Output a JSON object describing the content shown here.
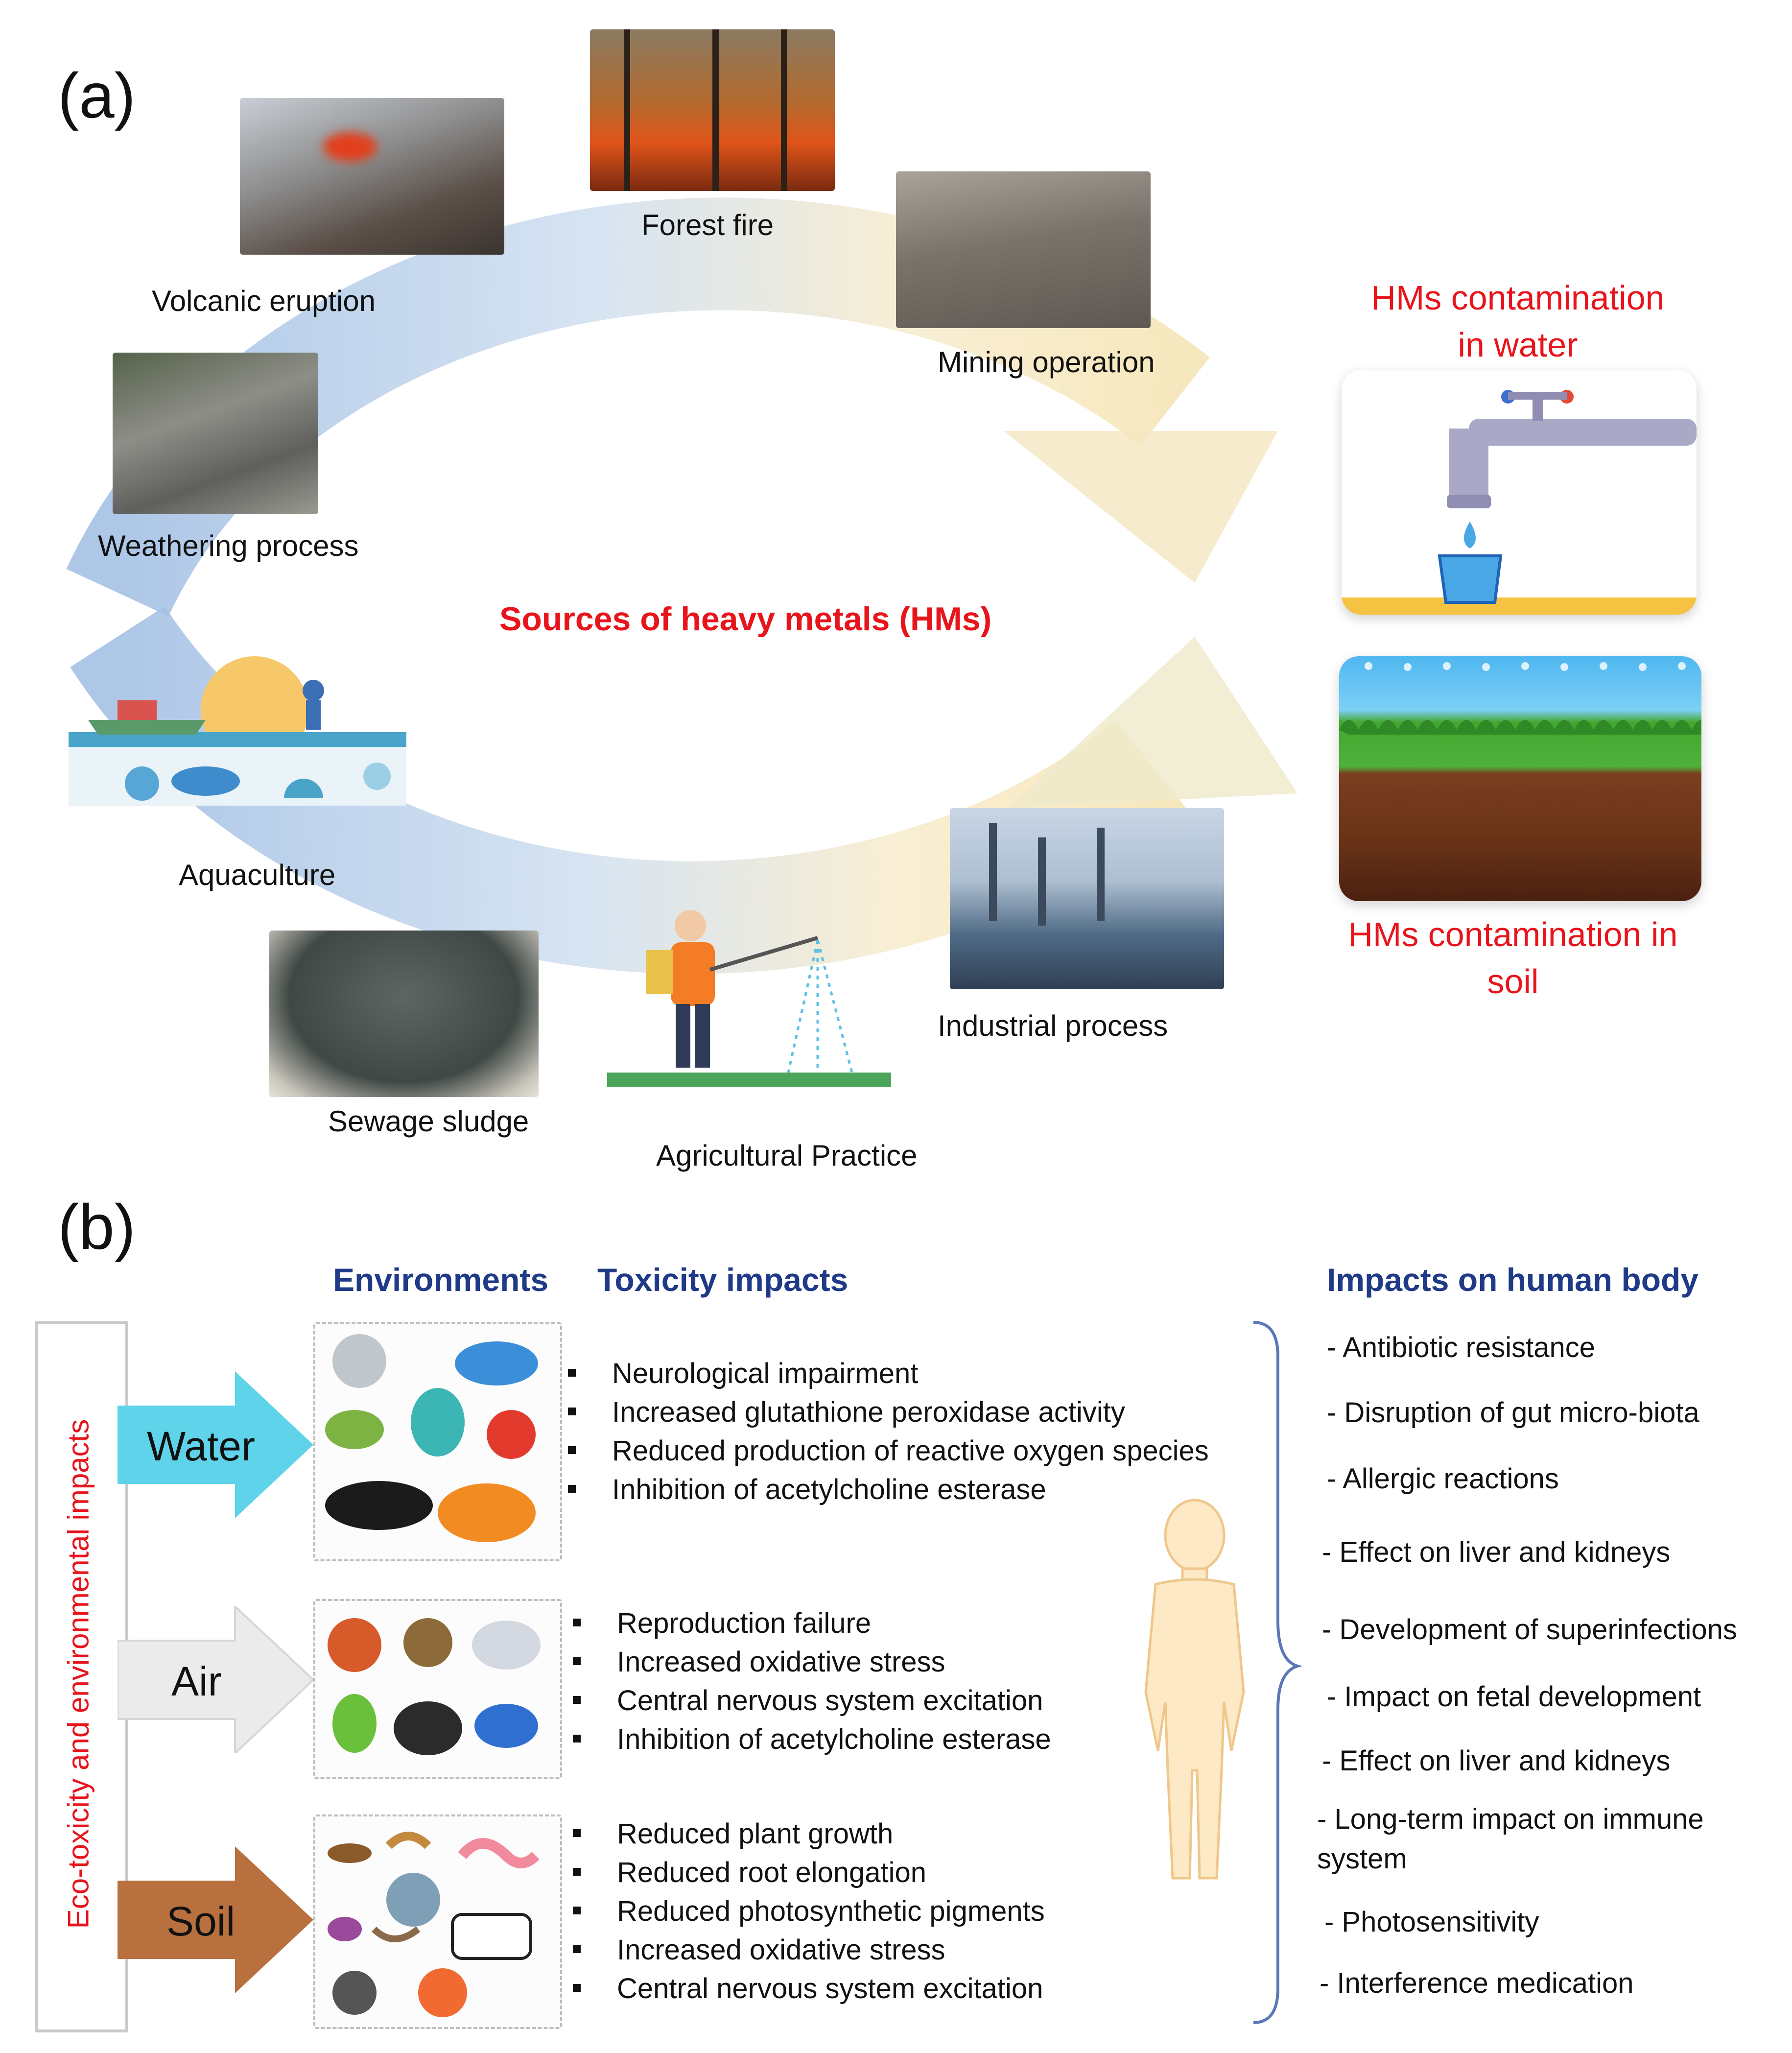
{
  "panel_a": {
    "label": "(a)",
    "center_title": "Sources of heavy metals (HMs)",
    "sources": {
      "volcanic": "Volcanic eruption",
      "forest": "Forest fire",
      "mining": "Mining operation",
      "weathering": "Weathering process",
      "aquaculture": "Aquaculture",
      "sewage": "Sewage sludge",
      "agricultural": "Agricultural Practice",
      "industrial": "Industrial process"
    },
    "water_title_line1": "HMs contamination",
    "water_title_line2": "in water",
    "soil_title_line1": "HMs contamination in",
    "soil_title_line2": "soil"
  },
  "panel_b": {
    "label": "(b)",
    "side_label": "Eco-toxicity and environmental impacts",
    "headings": {
      "environments": "Environments",
      "toxicity": "Toxicity impacts",
      "human": "Impacts on human body"
    },
    "environments": {
      "water": {
        "name": "Water",
        "impacts": [
          "Neurological impairment",
          "Increased glutathione peroxidase activity",
          "Reduced production of reactive oxygen species",
          "Inhibition of acetylcholine esterase"
        ]
      },
      "air": {
        "name": "Air",
        "impacts": [
          "Reproduction failure",
          "Increased oxidative stress",
          "Central nervous system excitation",
          "Inhibition of acetylcholine esterase"
        ]
      },
      "soil": {
        "name": "Soil",
        "impacts": [
          "Reduced plant growth",
          "Reduced root elongation",
          "Reduced photosynthetic pigments",
          "Increased oxidative stress",
          "Central nervous system excitation"
        ]
      }
    },
    "human_impacts": [
      "- Antibiotic resistance",
      "- Disruption of gut micro-biota",
      "- Allergic reactions",
      "- Effect on liver and kidneys",
      "- Development of superinfections",
      "- Impact on fetal development",
      "- Effect on liver and kidneys",
      "- Long-term impact on immune",
      "system",
      "- Photosensitivity",
      "- Interference medication"
    ]
  },
  "colors": {
    "red": "#e8141b",
    "navy": "#1f3a86",
    "cycle_blue": "#b9cde9",
    "cycle_yellow": "#f6e4b6",
    "water_arrow": "#5fd3ea",
    "soil_arrow": "#b8703e",
    "air_arrow": "#e6e6e6"
  },
  "icons": [
    "volcano-photo",
    "forest-fire-photo",
    "mine-photo",
    "rock-photo",
    "aquaculture-illustration",
    "sludge-photo",
    "farmer-spraying-illustration",
    "factory-photo",
    "tap-water-icon",
    "soil-layer-icon",
    "human-body-icon",
    "brace-icon"
  ]
}
